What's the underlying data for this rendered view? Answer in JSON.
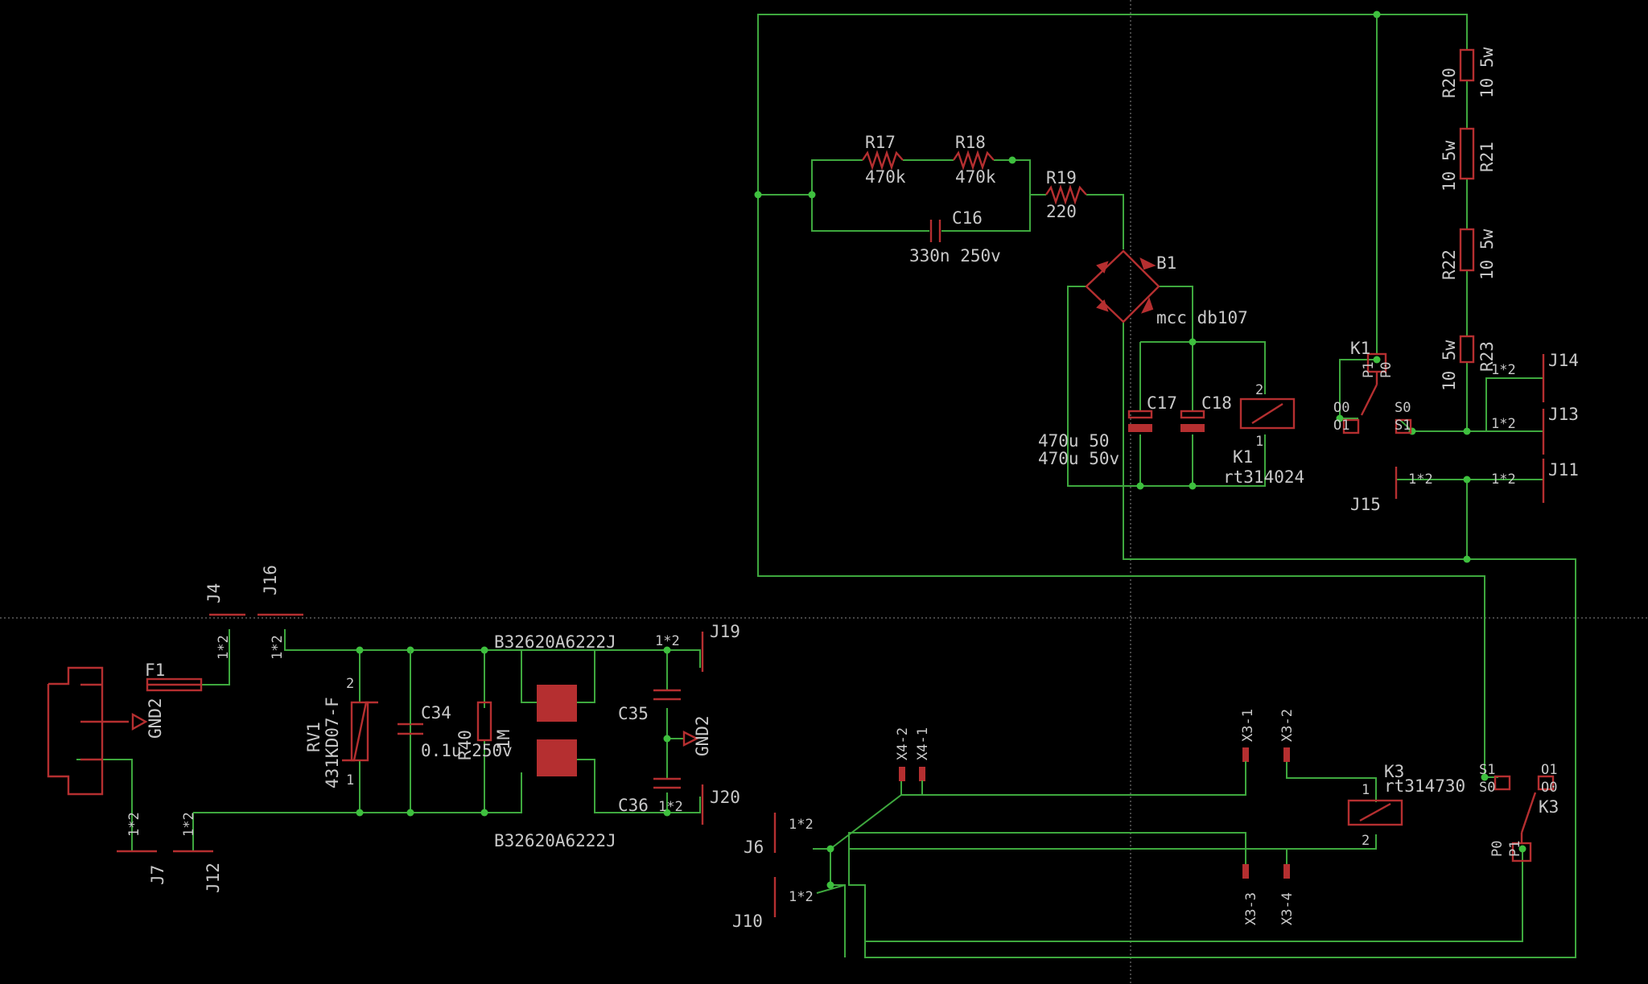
{
  "components": {
    "r17": {
      "ref": "R17",
      "value": "470k"
    },
    "r18": {
      "ref": "R18",
      "value": "470k"
    },
    "r19": {
      "ref": "R19",
      "value": "220"
    },
    "c16": {
      "ref": "C16",
      "value": "330n 250v"
    },
    "b1": {
      "ref": "B1",
      "value": "mcc db107"
    },
    "c17": {
      "ref": "C17",
      "value": "470u 50"
    },
    "c18": {
      "ref": "C18",
      "value": "470u 50v"
    },
    "k1_coil": {
      "ref": "K1",
      "value": "rt314024",
      "pin1": "1",
      "pin2": "2"
    },
    "k1_contact": {
      "ref": "K1",
      "p1": "P1",
      "p0": "P0",
      "o0": "O0",
      "o1": "O1",
      "s0": "S0",
      "s1": "S1"
    },
    "r20": {
      "ref": "R20",
      "value": "10 5w"
    },
    "r21": {
      "ref": "R21",
      "value": "10 5w"
    },
    "r22": {
      "ref": "R22",
      "value": "10 5w"
    },
    "r23": {
      "ref": "R23",
      "value": "10 5w"
    },
    "j14": {
      "ref": "J14",
      "pins": "1*2"
    },
    "j13": {
      "ref": "J13",
      "pins": "1*2"
    },
    "j11": {
      "ref": "J11",
      "pins": "1*2"
    },
    "j15": {
      "ref": "J15",
      "pins": "1*2"
    },
    "j4": {
      "ref": "J4",
      "pins": "1*2"
    },
    "j16": {
      "ref": "J16",
      "pins": "1*2"
    },
    "j7": {
      "ref": "J7",
      "pins": "1*2"
    },
    "j12": {
      "ref": "J12",
      "pins": "1*2"
    },
    "f1": {
      "ref": "F1"
    },
    "gnd2_left": {
      "label": "GND2"
    },
    "gnd2_right": {
      "label": "GND2"
    },
    "rv1": {
      "ref": "RV1",
      "value": "431KD07-F",
      "pin1": "1",
      "pin2": "2"
    },
    "c34": {
      "ref": "C34",
      "value": "0.1u 250v"
    },
    "r40": {
      "ref": "R40",
      "value": "1M"
    },
    "choke_top": {
      "value": "B32620A6222J"
    },
    "choke_bottom": {
      "value": "B32620A6222J"
    },
    "j19": {
      "ref": "J19",
      "pins": "1*2"
    },
    "j20": {
      "ref": "J20",
      "pins": "1*2"
    },
    "c35": {
      "ref": "C35"
    },
    "c36": {
      "ref": "C36"
    },
    "x4_1": {
      "ref": "X4-1"
    },
    "x4_2": {
      "ref": "X4-2"
    },
    "x3_1": {
      "ref": "X3-1"
    },
    "x3_2": {
      "ref": "X3-2"
    },
    "x3_3": {
      "ref": "X3-3"
    },
    "x3_4": {
      "ref": "X3-4"
    },
    "k3_coil": {
      "ref": "K3",
      "value": "rt314730",
      "pin1": "1",
      "pin2": "2"
    },
    "k3_contact": {
      "ref": "K3",
      "s1": "S1",
      "s0": "S0",
      "o1": "O1",
      "o0": "O0",
      "p0": "P0",
      "p1": "P1"
    },
    "j6": {
      "ref": "J6",
      "pins": "1*2"
    },
    "j10": {
      "ref": "J10",
      "pins": "1*2"
    }
  },
  "colors": {
    "background": "#000000",
    "wire": "#3ea83e",
    "symbol": "#b52f30",
    "text": "#c9c9c9",
    "junction": "#3ec03e"
  }
}
